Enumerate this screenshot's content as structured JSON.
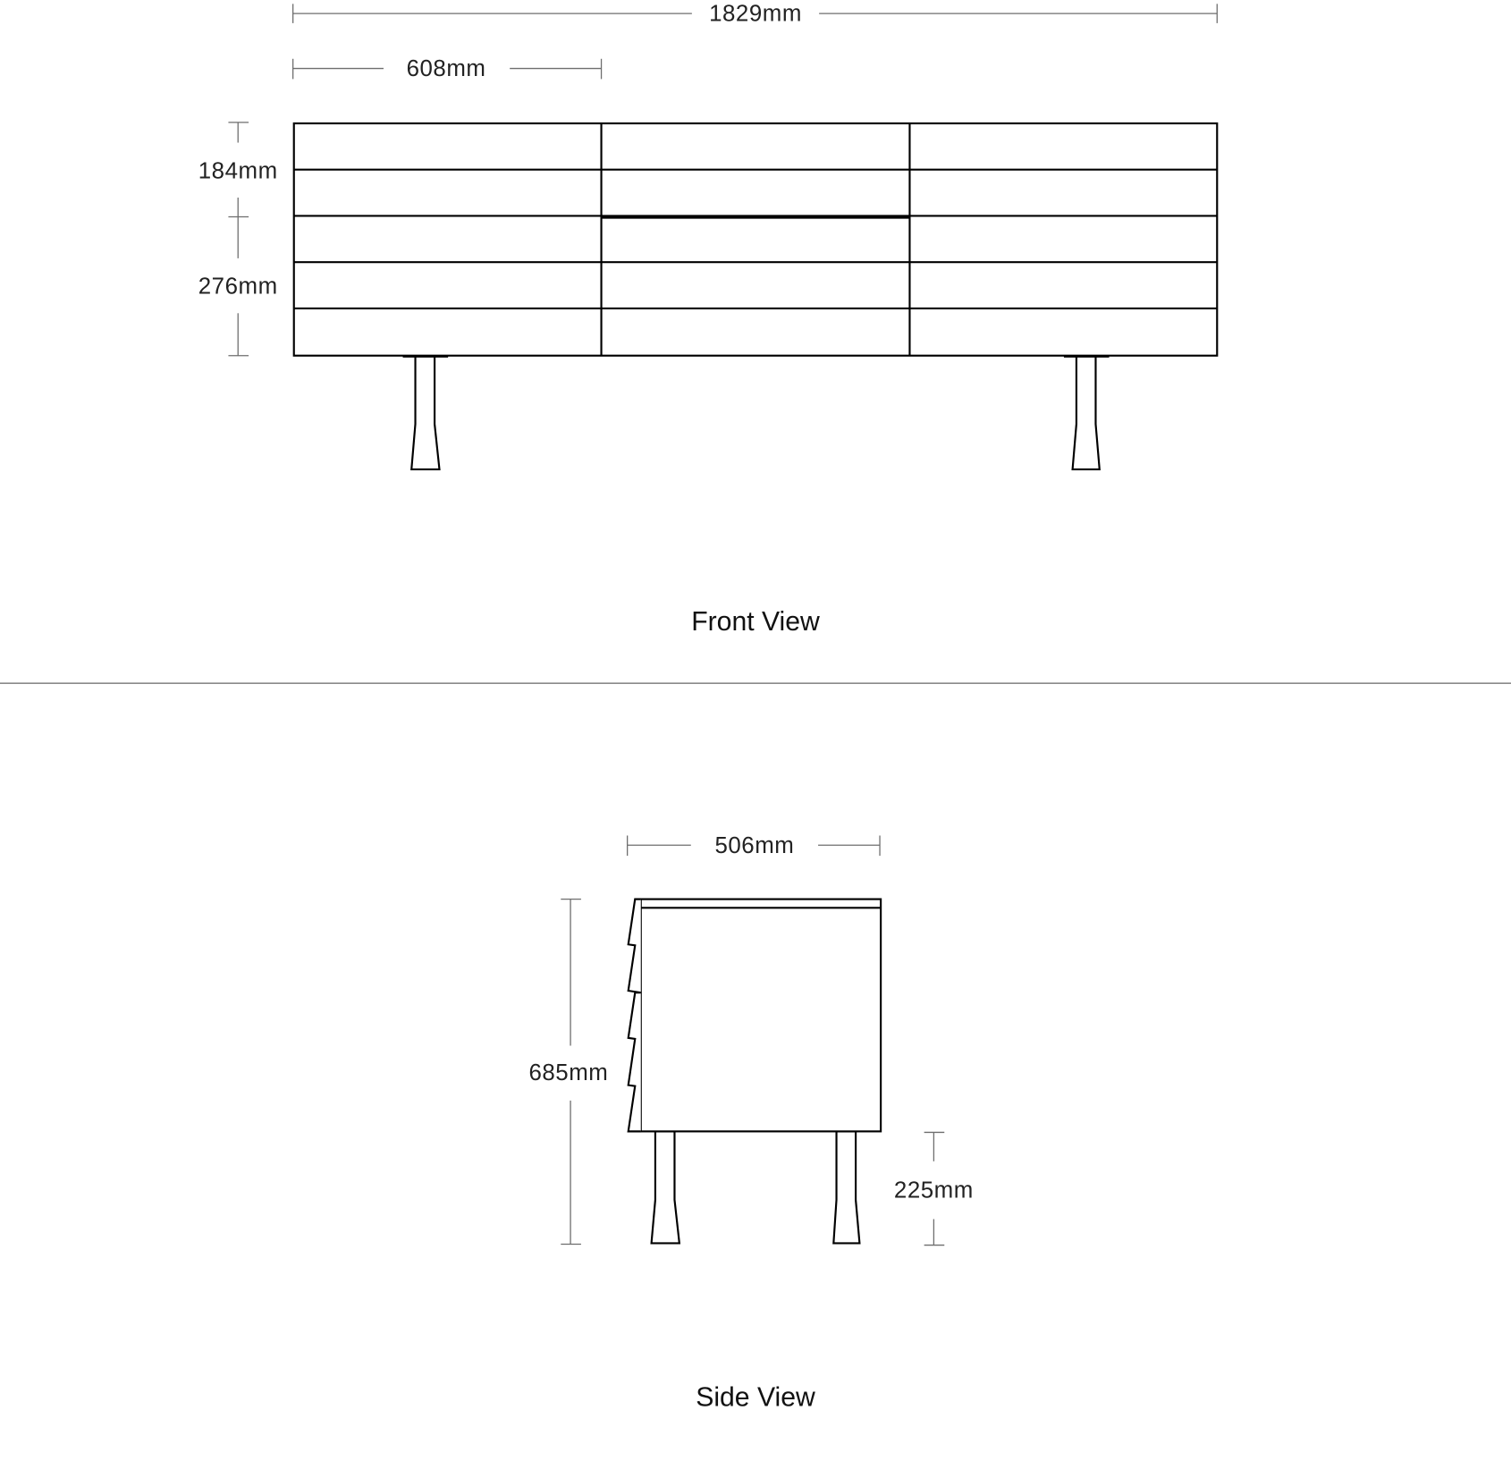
{
  "front_view": {
    "title": "Front View",
    "dimensions": {
      "overall_width": "1829mm",
      "drawer_width": "608mm",
      "upper_height": "184mm",
      "lower_height": "276mm"
    },
    "drawer_columns": 3,
    "drawer_rows": 5
  },
  "side_view": {
    "title": "Side View",
    "dimensions": {
      "depth": "506mm",
      "overall_height": "685mm",
      "leg_height": "225mm"
    }
  }
}
